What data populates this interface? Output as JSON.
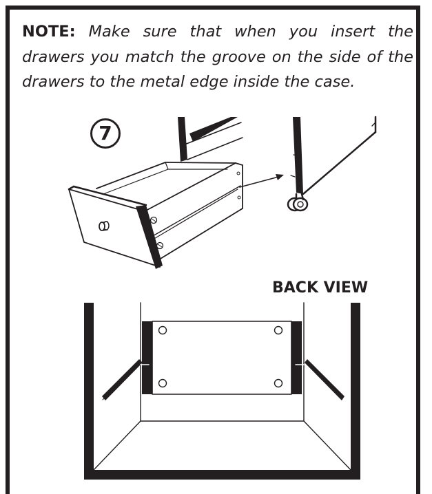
{
  "note": {
    "lead": "NOTE:",
    "body": "Make sure that when you insert the drawers you match the groove on the side of the drawers to the metal edge inside the case."
  },
  "step_number": "7",
  "back_view_label": "BACK VIEW",
  "colors": {
    "ink": "#231f20",
    "paper": "#ffffff"
  }
}
